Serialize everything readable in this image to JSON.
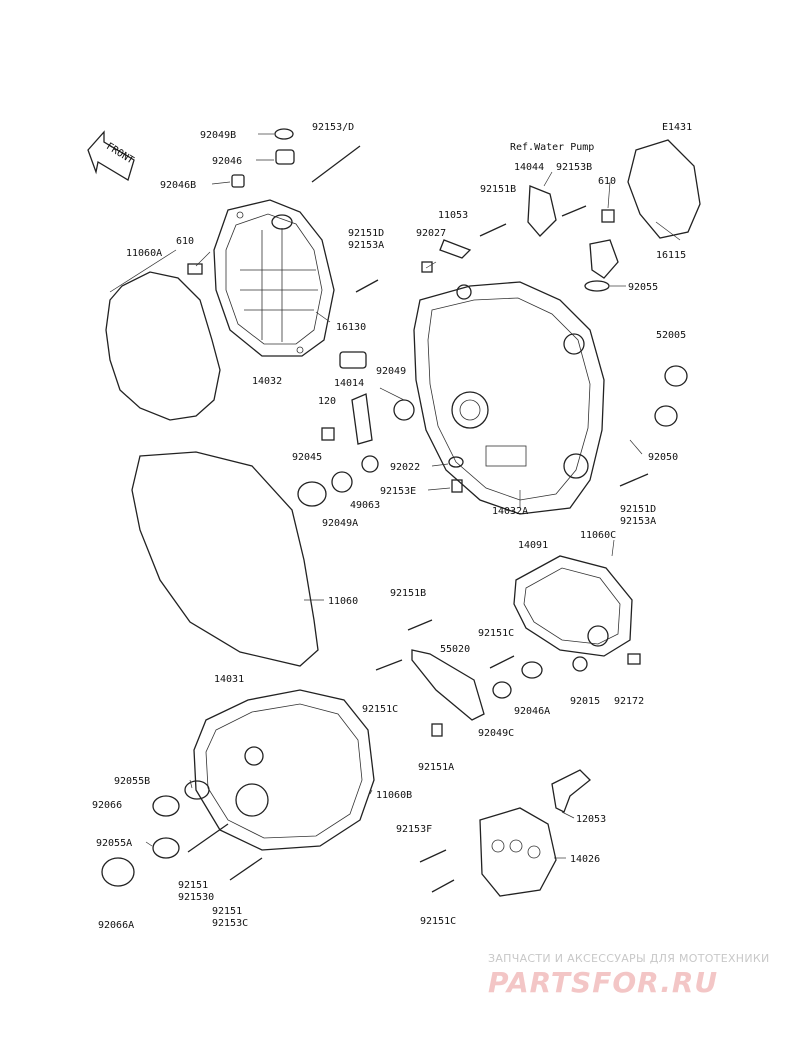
{
  "diagram": {
    "ref_code": "E1431",
    "ref_note": "Ref.Water Pump",
    "front_label": "FRONT",
    "part_labels": [
      {
        "id": "p01",
        "text": "92049B"
      },
      {
        "id": "p02",
        "text": "92153/D"
      },
      {
        "id": "p03",
        "text": "92046"
      },
      {
        "id": "p04",
        "text": "92046B"
      },
      {
        "id": "p05",
        "text": "11060A"
      },
      {
        "id": "p06",
        "text": "610"
      },
      {
        "id": "p07",
        "text": "92151D"
      },
      {
        "id": "p08",
        "text": "92153A"
      },
      {
        "id": "p09",
        "text": "16130"
      },
      {
        "id": "p10",
        "text": "14032"
      },
      {
        "id": "p11",
        "text": "14044"
      },
      {
        "id": "p12",
        "text": "92153B"
      },
      {
        "id": "p13",
        "text": "610"
      },
      {
        "id": "p14",
        "text": "92151B"
      },
      {
        "id": "p15",
        "text": "11053"
      },
      {
        "id": "p16",
        "text": "92027"
      },
      {
        "id": "p17",
        "text": "16115"
      },
      {
        "id": "p18",
        "text": "92055"
      },
      {
        "id": "p19",
        "text": "52005"
      },
      {
        "id": "p20",
        "text": "14014"
      },
      {
        "id": "p21",
        "text": "92049"
      },
      {
        "id": "p22",
        "text": "120"
      },
      {
        "id": "p23",
        "text": "92045"
      },
      {
        "id": "p24",
        "text": "92022"
      },
      {
        "id": "p25",
        "text": "49063"
      },
      {
        "id": "p26",
        "text": "92153E"
      },
      {
        "id": "p27",
        "text": "92049A"
      },
      {
        "id": "p28",
        "text": "14032A"
      },
      {
        "id": "p29",
        "text": "92050"
      },
      {
        "id": "p30",
        "text": "92151D"
      },
      {
        "id": "p31",
        "text": "92153A"
      },
      {
        "id": "p32",
        "text": "11060C"
      },
      {
        "id": "p33",
        "text": "14091"
      },
      {
        "id": "p34",
        "text": "11060"
      },
      {
        "id": "p35",
        "text": "92151B"
      },
      {
        "id": "p36",
        "text": "92151C"
      },
      {
        "id": "p37",
        "text": "55020"
      },
      {
        "id": "p38",
        "text": "92151C"
      },
      {
        "id": "p39",
        "text": "92046A"
      },
      {
        "id": "p40",
        "text": "92015"
      },
      {
        "id": "p41",
        "text": "92172"
      },
      {
        "id": "p42",
        "text": "92049C"
      },
      {
        "id": "p43",
        "text": "92151A"
      },
      {
        "id": "p44",
        "text": "14031"
      },
      {
        "id": "p45",
        "text": "92055B"
      },
      {
        "id": "p46",
        "text": "92066"
      },
      {
        "id": "p47",
        "text": "11060B"
      },
      {
        "id": "p48",
        "text": "92153F"
      },
      {
        "id": "p49",
        "text": "12053"
      },
      {
        "id": "p50",
        "text": "92055A"
      },
      {
        "id": "p51",
        "text": "14026"
      },
      {
        "id": "p52",
        "text": "92151"
      },
      {
        "id": "p53",
        "text": "921530"
      },
      {
        "id": "p54",
        "text": "92151"
      },
      {
        "id": "p55",
        "text": "92153C"
      },
      {
        "id": "p56",
        "text": "92066A"
      },
      {
        "id": "p57",
        "text": "92151C"
      }
    ]
  },
  "watermark": {
    "tagline": "ЗАПЧАСТИ И АКСЕССУАРЫ ДЛЯ МОТОТЕХНИКИ",
    "logo": "PARTSFOR.RU"
  },
  "colors": {
    "ink": "#222222",
    "watermark_text": "#c8c8c8",
    "watermark_logo": "#f3c6c6"
  }
}
